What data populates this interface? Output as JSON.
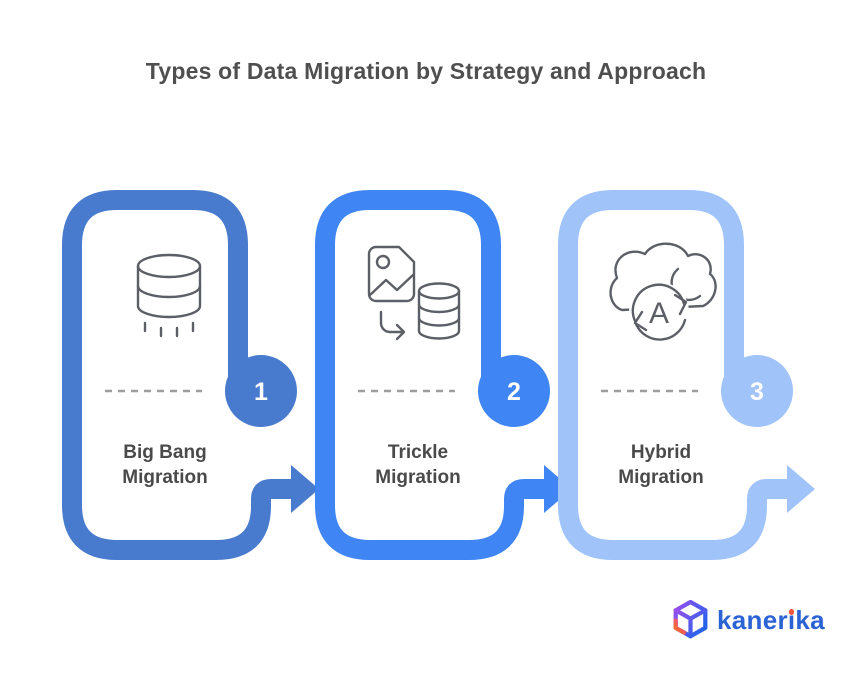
{
  "title": "Types of Data Migration by Strategy and Approach",
  "cards": [
    {
      "number": "1",
      "label_line1": "Big Bang",
      "label_line2": "Migration",
      "color": "#487acd",
      "icon": "database-icon"
    },
    {
      "number": "2",
      "label_line1": "Trickle",
      "label_line2": "Migration",
      "color": "#3f86f4",
      "icon": "image-to-database-icon"
    },
    {
      "number": "3",
      "label_line1": "Hybrid",
      "label_line2": "Migration",
      "color": "#a0c3fa",
      "icon": "cloud-sync-icon",
      "icon_letter": "A"
    }
  ],
  "logo": {
    "brand": "kanerika",
    "text_pre": "kaner",
    "text_i_dotless": "ı",
    "text_post": "ka",
    "text_color": "#2b63d4",
    "i_dot_color": "#f2543d",
    "cube_gradient_start": "#9b4dee",
    "cube_gradient_end": "#2563eb",
    "cube_accent_start": "#f97316",
    "cube_accent_end": "#ec4899"
  },
  "style": {
    "background": "#ffffff",
    "title_color": "#4f4f4f",
    "label_color": "#4a4a4a",
    "icon_stroke": "#5c6066",
    "dash_color": "#9e9e9e",
    "number_color": "#ffffff"
  }
}
